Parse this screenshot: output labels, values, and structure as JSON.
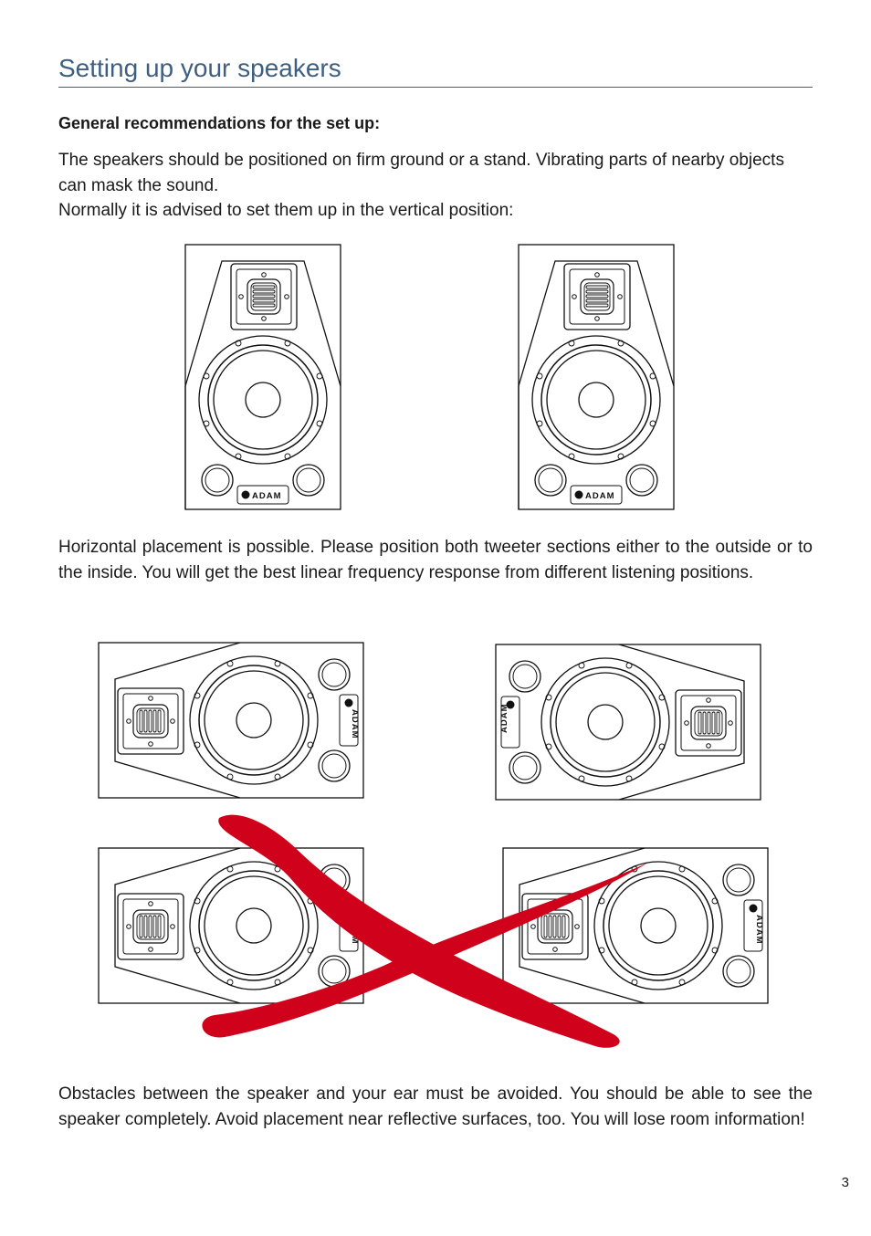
{
  "page": {
    "title": "Setting up your speakers",
    "subheading": "General recommendations for the set up:",
    "para1": "The speakers should be positioned on firm ground or a stand. Vibrating parts of nearby objects can mask the sound.",
    "para2": "Normally it is advised to set them up in the vertical position:",
    "para3": "Horizontal placement is possible. Please position both tweeter sections either to the outside or to the inside. You will get the best linear frequency response from different listening positions.",
    "para4": "Obstacles between the speaker and your ear must be avoided. You should be able to see the speaker completely. Avoid placement near reflective surfaces, too. You will lose room information!",
    "page_number": "3"
  },
  "speaker": {
    "brand_label": "ADAM"
  },
  "colors": {
    "heading": "#3e5f82",
    "cross_mark": "#d0021b",
    "line": "#111111"
  }
}
